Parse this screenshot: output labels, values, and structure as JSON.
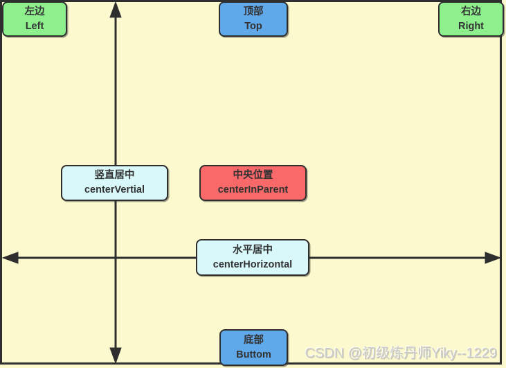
{
  "diagram": {
    "background_color": "#fbf9cd",
    "frame_color": "#2f2f2f",
    "arrow_color": "#2f2f2f",
    "description_colors": {
      "edge_green": "#8df08d",
      "top_bottom_blue": "#5fa8ea",
      "center_axis_cyan": "#d8f8fa",
      "center_parent_red": "#f9696a"
    }
  },
  "boxes": [
    {
      "id": "left",
      "zh": "左边",
      "en": "Left",
      "color": "#8df08d"
    },
    {
      "id": "top",
      "zh": "顶部",
      "en": "Top",
      "color": "#5fa8ea"
    },
    {
      "id": "right",
      "zh": "右边",
      "en": "Right",
      "color": "#8df08d"
    },
    {
      "id": "center-vertical",
      "zh": "竖直居中",
      "en": "centerVertial",
      "color": "#d8f8fa"
    },
    {
      "id": "center-in-parent",
      "zh": "中央位置",
      "en": "centerInParent",
      "color": "#f9696a"
    },
    {
      "id": "center-horizontal",
      "zh": "水平居中",
      "en": "centerHorizontal",
      "color": "#d8f8fa"
    },
    {
      "id": "bottom",
      "zh": "底部",
      "en": "Buttom",
      "color": "#5fa8ea"
    }
  ],
  "watermark": {
    "text": "CSDN @初级炼丹师Yiky--1229"
  }
}
